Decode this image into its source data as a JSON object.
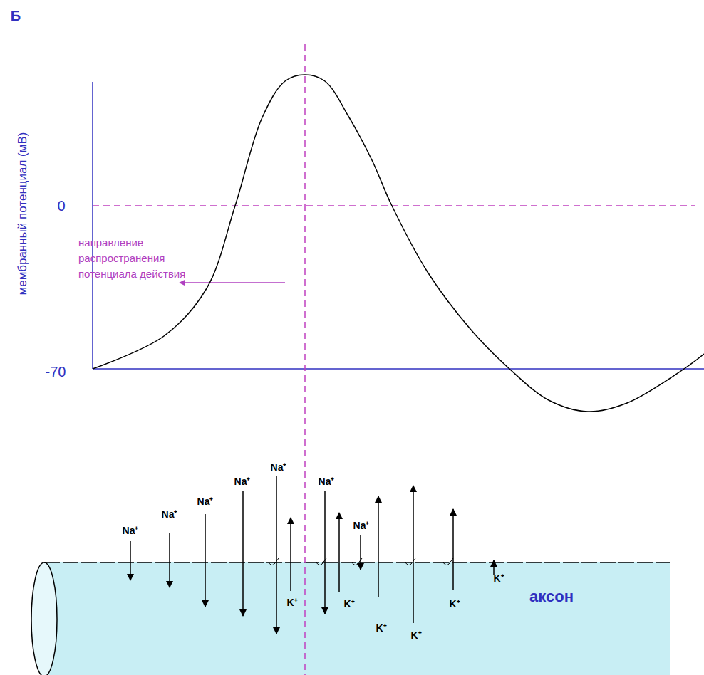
{
  "diagram": {
    "nodes": [
      {
        "text": [
          "аксон"
        ]
      }
    ],
    "edges": [],
    "labels": [
      "Б",
      "мембранный потенциал (мВ)",
      "0",
      "-70",
      "направление распространения потенциала действия",
      "Na⁺",
      "Na⁺",
      "Na⁺",
      "Na⁺",
      "Na⁺",
      "Na⁺",
      "Na⁺",
      "K⁺",
      "K⁺",
      "K⁺",
      "K⁺",
      "K⁺",
      "K⁺"
    ]
  }
}
